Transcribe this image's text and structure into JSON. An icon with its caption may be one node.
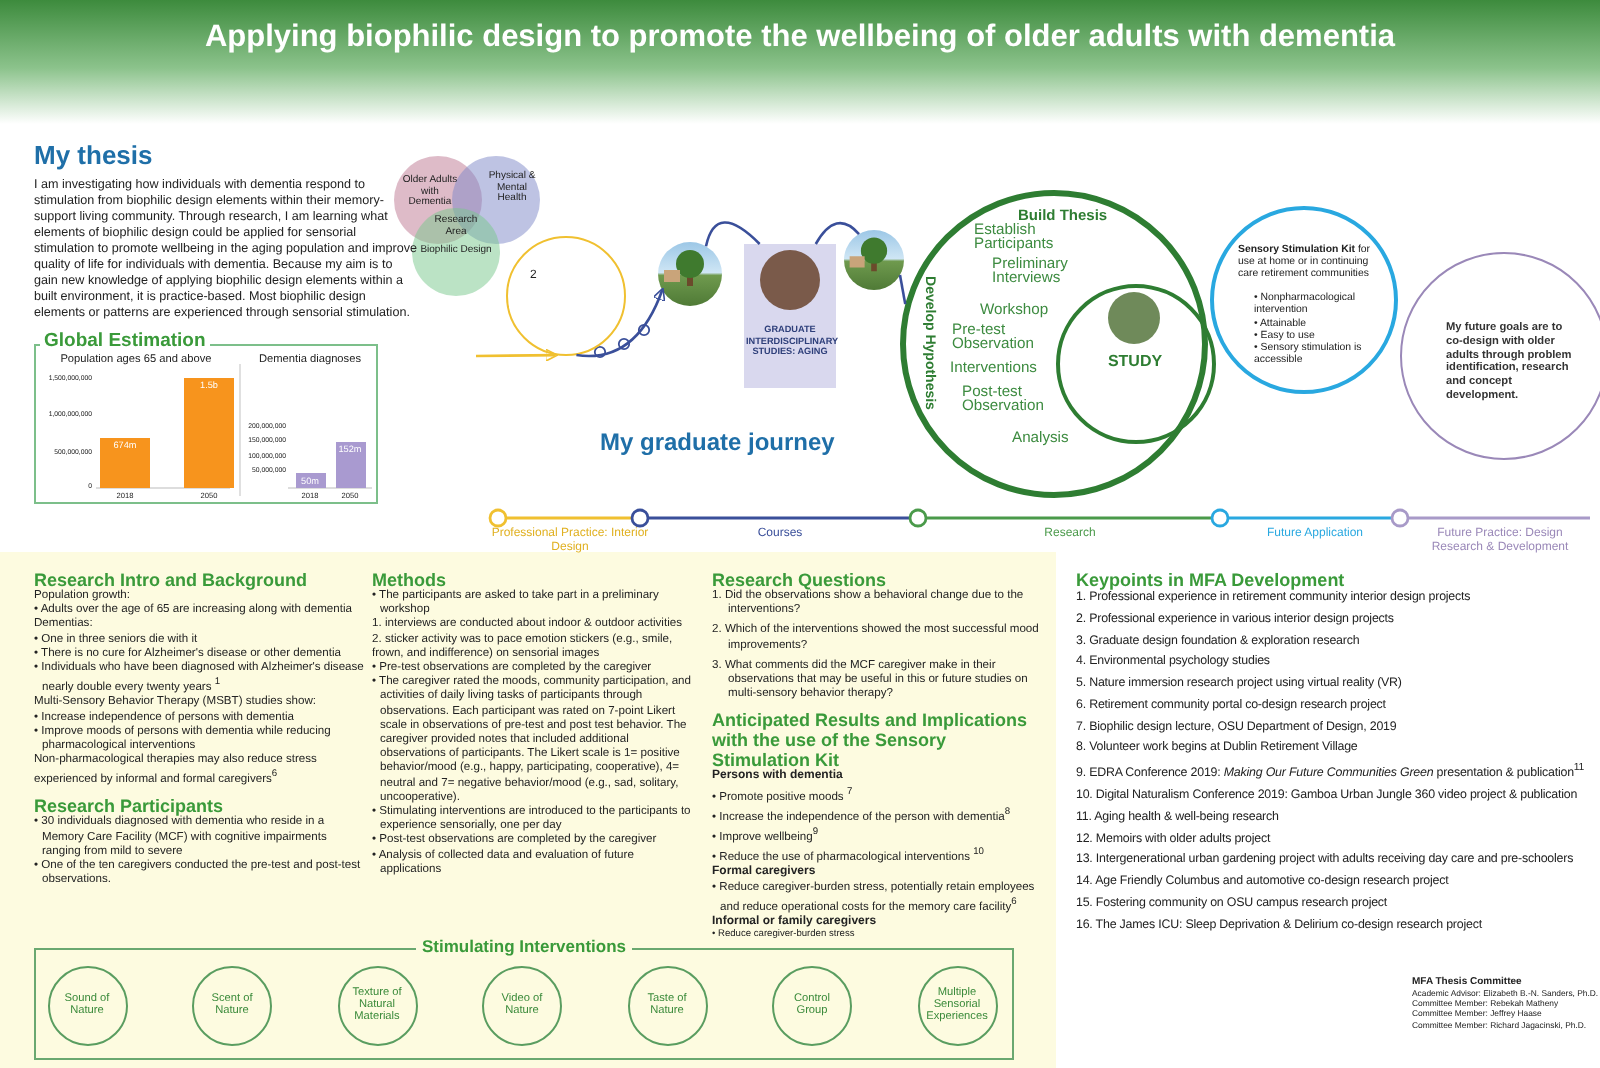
{
  "diagram": {
    "title": "Applying biophilic design to promote the wellbeing of older adults with dementia",
    "nodes": [
      {
        "text": [
          "Older Adults with Dementia"
        ]
      },
      {
        "text": [
          "Physical & Mental Health"
        ]
      },
      {
        "text": [
          "Biophilic Design"
        ]
      },
      {
        "text": [
          "Global Estimation"
        ]
      },
      {
        "text": [],
        "shape": "circle"
      },
      {
        "text": [],
        "shape": "picture"
      },
      {
        "text": [
          "GRADUATE INTERDISCIPLINARY STUDIES: AGING"
        ]
      },
      {
        "text": [],
        "shape": "picture"
      },
      {
        "text": [
          "Build Thesis",
          "Develop Hypothesis"
        ]
      },
      {
        "text": [
          "STUDY"
        ],
        "in": 8,
        "beside": [
          "Establish Participants",
          "Preliminary Interviews",
          "Workshop",
          "Pre-test Observation",
          "Interventions",
          "Post-test Observation",
          "Analysis"
        ]
      },
      {
        "text": [
          "**Sensory Stimulation Kit** for use at home or in continuing care retirement communities",
          "• Nonpharmacological intervention",
          "• Attainable",
          "• Easy to use",
          "• Sensory stimulation is accessible"
        ]
      },
      {
        "text": [
          "My future goals are to co-design with older adults through problem identification, research and concept development."
        ]
      },
      {
        "text": [
          "Stimulating Interventions"
        ]
      },
      {
        "text": [
          "Sound of Nature"
        ],
        "in": 12
      },
      {
        "text": [
          "Scent of Nature"
        ],
        "in": 12
      },
      {
        "text": [
          "Texture of Natural Materials"
        ],
        "in": 12
      },
      {
        "text": [
          "Video of Nature"
        ],
        "in": 12
      },
      {
        "text": [
          "Taste of Nature"
        ],
        "in": 12
      },
      {
        "text": [
          "Control Group"
        ],
        "in": 12
      },
      {
        "text": [
          "Multiple Sensorial Experiences"
        ],
        "in": 12
      }
    ],
    "edges": [
      {
        "from": null,
        "to": 4,
        "arrow": "to",
        "color": "#f0c030"
      },
      {
        "from": 4,
        "to": 5,
        "arrow": "to"
      },
      {
        "from": 5,
        "to": 6,
        "arrow": "none"
      },
      {
        "from": 6,
        "to": 7,
        "arrow": "none"
      },
      {
        "from": 7,
        "to": 8,
        "arrow": "none"
      }
    ],
    "labels": [
      "My thesis",
      "I am investigating how individuals with dementia respond to stimulation from biophilic design elements within their memory-support living community. Through research, I am learning what elements of biophilic design could be applied for sensorial stimulation to promote wellbeing in the aging population and improve quality of life for individuals with dementia. Because my aim is to gain new knowledge of applying biophilic design elements within a built environment, it is practice-based. Most biophilic design elements or patterns are experienced through sensorial stimulation.",
      "Research Area",
      "2",
      "Population ages 65 and above",
      "1,500,000,000",
      "1,000,000,000",
      "500,000,000",
      "0",
      "674m",
      "1.5b",
      "2018",
      "2050",
      "Dementia diagnoses",
      "200,000,000",
      "150,000,000",
      "100,000,000",
      "50,000,000",
      "50m",
      "152m",
      "2018",
      "2050",
      "My graduate journey",
      "Professional Practice: Interior Design",
      "Courses",
      "Research",
      "Future Application",
      "Future Practice: Design Research & Development",
      "Research Intro and Background",
      "Population growth:",
      "• Adults over the age of 65 are increasing along with dementia",
      "Dementias:",
      "• One in three seniors die with it",
      "• There is no cure for Alzheimer's disease or other dementia",
      "• Individuals who have been diagnosed with Alzheimer's disease nearly double every twenty years $^{1}$",
      "Multi-Sensory Behavior Therapy (MSBT) studies show:",
      "• Increase independence of persons with dementia",
      "• Improve moods of persons with dementia while reducing pharmacological interventions",
      "Non-pharmacological therapies may also reduce stress experienced by informal and formal caregivers$^{6}$",
      "Research Participants",
      "• 30 individuals diagnosed with dementia who reside in a Memory Care Facility (MCF) with cognitive impairments ranging from mild to severe",
      "• One of the ten caregivers conducted the pre-test and post-test observations.",
      "Methods",
      "• The participants are asked to take part in a preliminary workshop",
      "1. interviews are conducted about indoor & outdoor activities",
      "2. sticker activity was to pace emotion stickers (e.g., smile, frown, and indifference) on sensorial images",
      "• Pre-test observations are completed by the caregiver",
      "• The caregiver rated the moods, community participation, and activities of daily living tasks of participants through observations. Each participant was rated on 7-point Likert scale in observations of pre-test and post test behavior. The caregiver provided notes that included additional observations of participants. The Likert scale is 1= positive behavior/mood (e.g., happy, participating, cooperative), 4= neutral and 7= negative behavior/mood (e.g., sad, solitary, uncooperative).",
      "• Stimulating interventions are introduced to the participants to experience sensorially, one per day",
      "• Post-test observations are completed by the caregiver",
      "• Analysis of collected data and evaluation of future applications",
      "Research Questions",
      "1. Did the observations show a behavioral change due to the interventions?",
      "2. Which of the interventions showed the most successful mood improvements?",
      "3. What comments did the MCF caregiver make in their observations that may be useful in this or future studies on multi-sensory behavior therapy?",
      "Anticipated Results and Implications with the use of the Sensory Stimulation Kit",
      "Persons with dementia",
      "• Promote positive moods $^{7}$",
      "• Increase the independence of the person with dementia$^{8}$",
      "• Improve wellbeing$^{9}$",
      "• Reduce the use of pharmacological interventions $^{10}$",
      "Formal caregivers",
      "• Reduce caregiver-burden stress, potentially retain employees and reduce operational costs for the memory care facility$^{6}$",
      "Informal or family caregivers",
      "• Reduce caregiver-burden stress",
      "Keypoints in MFA Development",
      "1. Professional experience in retirement community interior design projects",
      "2. Professional experience in various interior design projects",
      "3. Graduate design foundation & exploration research",
      "4. Environmental psychology studies",
      "5. Nature immersion research project using virtual reality (VR)",
      "6. Retirement community portal co-design research project",
      "7. Biophilic design lecture, OSU Department of Design, 2019",
      "8. Volunteer work begins at Dublin Retirement Village",
      "9. EDRA Conference 2019: *Making Our Future Communities Green* presentation & publication$^{11}$",
      "10. Digital Naturalism Conference 2019: Gamboa Urban Jungle 360 video project & publication",
      "11. Aging health & well-being research",
      "12. Memoirs with older adults project",
      "13. Intergenerational urban gardening project with adults receiving day care and pre-schoolers",
      "14. Age Friendly Columbus and automotive co-design research project",
      "15. Fostering community on OSU campus research project",
      "16. The James ICU: Sleep Deprivation & Delirium co-design research project",
      "MFA Thesis Committee",
      "Academic Advisor: Elizabeth B.-N. Sanders, Ph.D.",
      "Committee Member: Rebekah Matheny",
      "Committee Member: Jeffrey Haase",
      "Committee Member: Richard Jagacinski, Ph.D."
    ]
  }
}
